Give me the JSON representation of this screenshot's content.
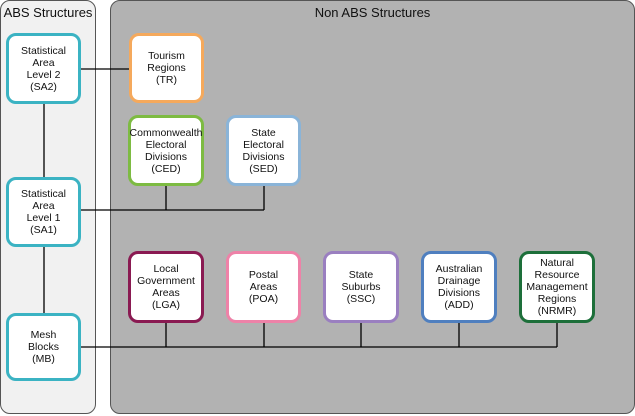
{
  "panels": {
    "abs": {
      "title": "ABS Structures"
    },
    "non_abs": {
      "title": "Non ABS Structures"
    }
  },
  "nodes": {
    "sa2": {
      "label": "Statistical\nArea\nLevel 2\n(SA2)",
      "border": "#3bb3c3"
    },
    "sa1": {
      "label": "Statistical\nArea\nLevel 1\n(SA1)",
      "border": "#3bb3c3"
    },
    "mb": {
      "label": "Mesh\nBlocks\n(MB)",
      "border": "#3bb3c3"
    },
    "tr": {
      "label": "Tourism\nRegions\n(TR)",
      "border": "#f5a95c"
    },
    "ced": {
      "label": "Commonwealth\nElectoral\nDivisions\n(CED)",
      "border": "#7dbb42"
    },
    "sed": {
      "label": "State\nElectoral\nDivisions\n(SED)",
      "border": "#8ab4d8"
    },
    "lga": {
      "label": "Local\nGovernment\nAreas\n(LGA)",
      "border": "#8a1a52"
    },
    "poa": {
      "label": "Postal\nAreas\n(POA)",
      "border": "#ee82a8"
    },
    "ssc": {
      "label": "State\nSuburbs\n(SSC)",
      "border": "#9a7fc0"
    },
    "add": {
      "label": "Australian\nDrainage\nDivisions\n(ADD)",
      "border": "#4f7fbf"
    },
    "nrmr": {
      "label": "Natural\nResource\nManagement\nRegions\n(NRMR)",
      "border": "#1d6f3a"
    }
  }
}
